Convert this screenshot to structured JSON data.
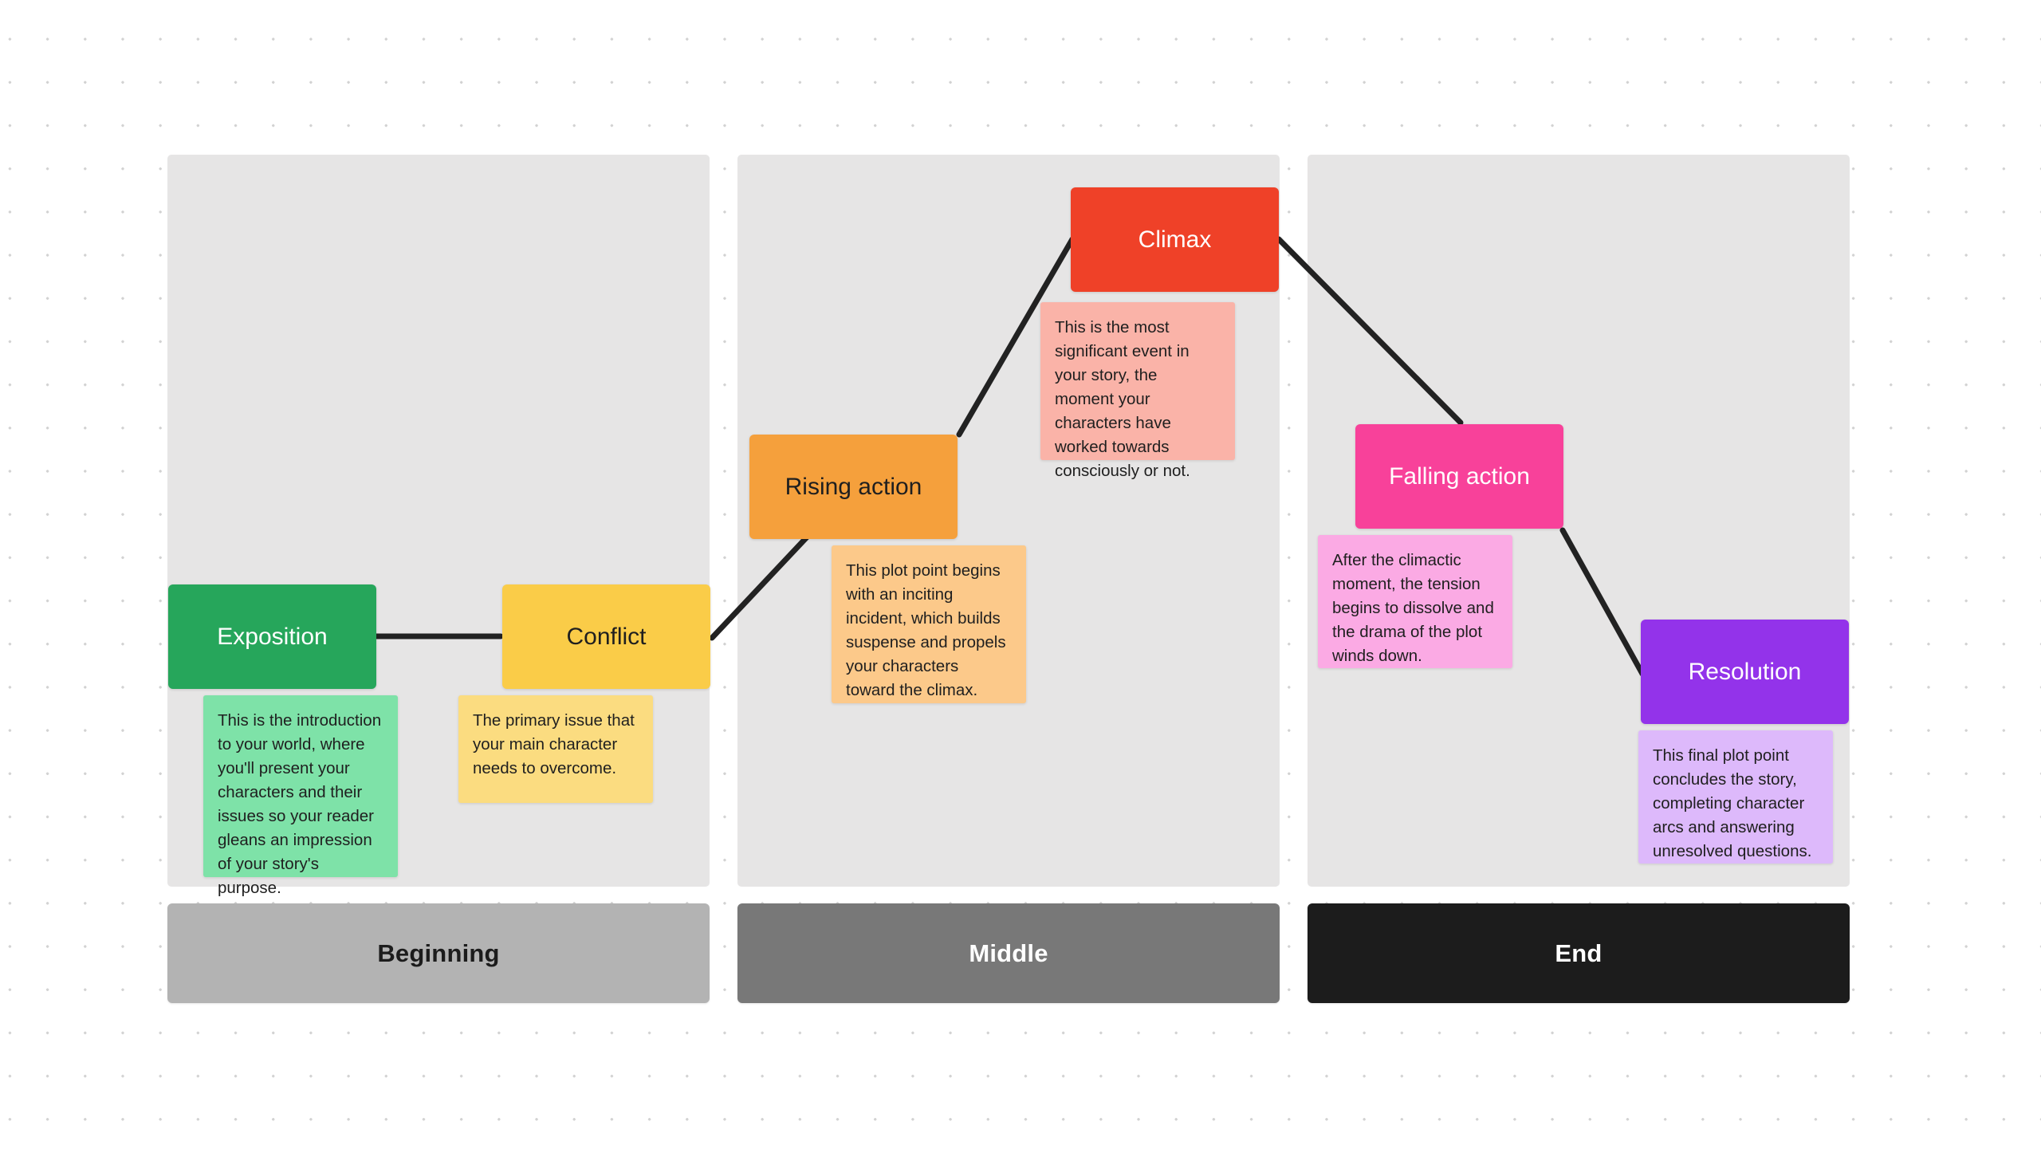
{
  "board": {
    "background": "#ffffff",
    "panel_color": "#e6e5e5",
    "line_color": "#222222",
    "grid_dot_color": "#d2d2d2"
  },
  "stages": [
    {
      "id": "beginning",
      "label": "Beginning",
      "bar_color": "#b3b3b3",
      "bar_text_color": "#1c1c1c"
    },
    {
      "id": "middle",
      "label": "Middle",
      "bar_color": "#787878",
      "bar_text_color": "#ffffff"
    },
    {
      "id": "end",
      "label": "End",
      "bar_color": "#1c1c1c",
      "bar_text_color": "#ffffff"
    }
  ],
  "plot_points": [
    {
      "id": "exposition",
      "label": "Exposition",
      "color": "#26a65b",
      "text_color": "#ffffff",
      "note": "This is the introduction to your world, where you'll present your characters and their issues so your reader gleans an impression of your story's purpose.",
      "note_color": "#7ee2a8",
      "stage": "beginning"
    },
    {
      "id": "conflict",
      "label": "Conflict",
      "color": "#facc48",
      "text_color": "#1f1f1f",
      "note": "The primary issue that your main character needs to overcome.",
      "note_color": "#fbdc80",
      "stage": "beginning"
    },
    {
      "id": "rising-action",
      "label": "Rising action",
      "color": "#f5a03c",
      "text_color": "#1f1f1f",
      "note": "This plot point begins with an inciting incident, which builds suspense and propels your characters toward the climax.",
      "note_color": "#fac municipality",
      "stage": "middle"
    },
    {
      "id": "climax",
      "label": "Climax",
      "color": "#ef4128",
      "text_color": "#ffffff",
      "note": "This is the most significant event in your story, the moment your characters have worked towards consciously or not.",
      "note_color": "#fab3a8",
      "stage": "middle"
    },
    {
      "id": "falling-action",
      "label": "Falling action",
      "color": "#f8419a",
      "text_color": "#ffffff",
      "note": "After the climactic moment, the tension begins to dissolve and the drama of the plot winds down.",
      "note_color": "#fbaae4",
      "stage": "end"
    },
    {
      "id": "resolution",
      "label": "Resolution",
      "color": "#9333ea",
      "text_color": "#ffffff",
      "note": "This final plot point concludes the story, completing character arcs and answering unresolved questions.",
      "note_color": "#ddb9fb",
      "stage": "end"
    }
  ]
}
